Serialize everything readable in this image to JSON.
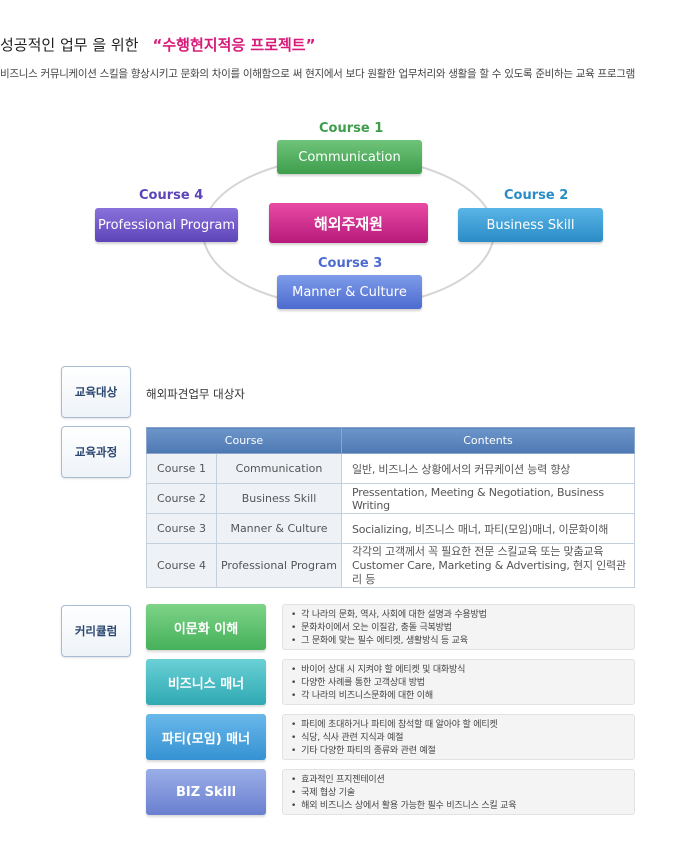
{
  "header": {
    "title": "성공적인 업무 을 위한",
    "title_highlight": "“수행현지적응 프로젝트”",
    "subtitle": "비즈니스 커뮤니케이션 스킬을 향상시키고 문화의 차이를 이해함으로 써 현지에서 보다 원활한 업무처리와 생활을 할 수 있도록 준비하는 교육 프로그램"
  },
  "diagram": {
    "center": "해외주재원",
    "courses": [
      {
        "label": "Course 1",
        "name": "Communication",
        "color": "#3e9e4c"
      },
      {
        "label": "Course 2",
        "name": "Business Skill",
        "color": "#2a8cc6"
      },
      {
        "label": "Course 3",
        "name": "Manner & Culture",
        "color": "#4d6bd0"
      },
      {
        "label": "Course 4",
        "name": "Professional Program",
        "color": "#5d45b8"
      }
    ]
  },
  "target": {
    "label": "교육대상",
    "value": "해외파견업무 대상자"
  },
  "process": {
    "label": "교육과정",
    "headers": [
      "Course",
      "Contents"
    ],
    "rows": [
      {
        "course": "Course 1",
        "name": "Communication",
        "contents": [
          "일반, 비즈니스 상황에서의 커뮤케이션 능력 향상"
        ]
      },
      {
        "course": "Course 2",
        "name": "Business Skill",
        "contents": [
          "Pressentation, Meeting & Negotiation, Business Writing"
        ]
      },
      {
        "course": "Course 3",
        "name": "Manner & Culture",
        "contents": [
          "Socializing, 비즈니스 매너, 파티(모임)매너, 이문화이해"
        ]
      },
      {
        "course": "Course 4",
        "name": "Professional Program",
        "contents": [
          "각각의 고객께서 꼭 필요한 전문 스킬교육  또는 맞춤교육",
          "Customer Care, Marketing & Advertising, 현지 인력관리 등"
        ]
      }
    ]
  },
  "curriculum": {
    "label": "커리큘럼",
    "items": [
      {
        "title": "이문화 이해",
        "points": [
          "각 나라의 문화, 역사, 사회에 대한 설명과 수용방법",
          "문화차이에서 오는 이질감, 충돌 극복방법",
          "그 문화에 맞는 필수 에티켓, 생활방식 등 교육"
        ]
      },
      {
        "title": "비즈니스 매너",
        "points": [
          "바이어 상대 시 지켜야 할 에티켓 및 대화방식",
          "다양한 사례를 통한 고객상대 방법",
          "각 나라의 비즈니스문화에 대한 이해"
        ]
      },
      {
        "title": "파티(모임) 매너",
        "points": [
          "파티에 초대하거나 파티에 참석할 때 알아야 할 에티켓",
          "식당, 식사 관련 지식과 예절",
          "기타 다양한 파티의 종류와 관련 예절"
        ]
      },
      {
        "title": "BIZ Skill",
        "points": [
          "효과적인 프지젠테이션",
          "국제 협상 기술",
          "해외 비즈니스 상에서 활용 가능한 필수 비즈니스 스킬 교육"
        ]
      }
    ]
  }
}
